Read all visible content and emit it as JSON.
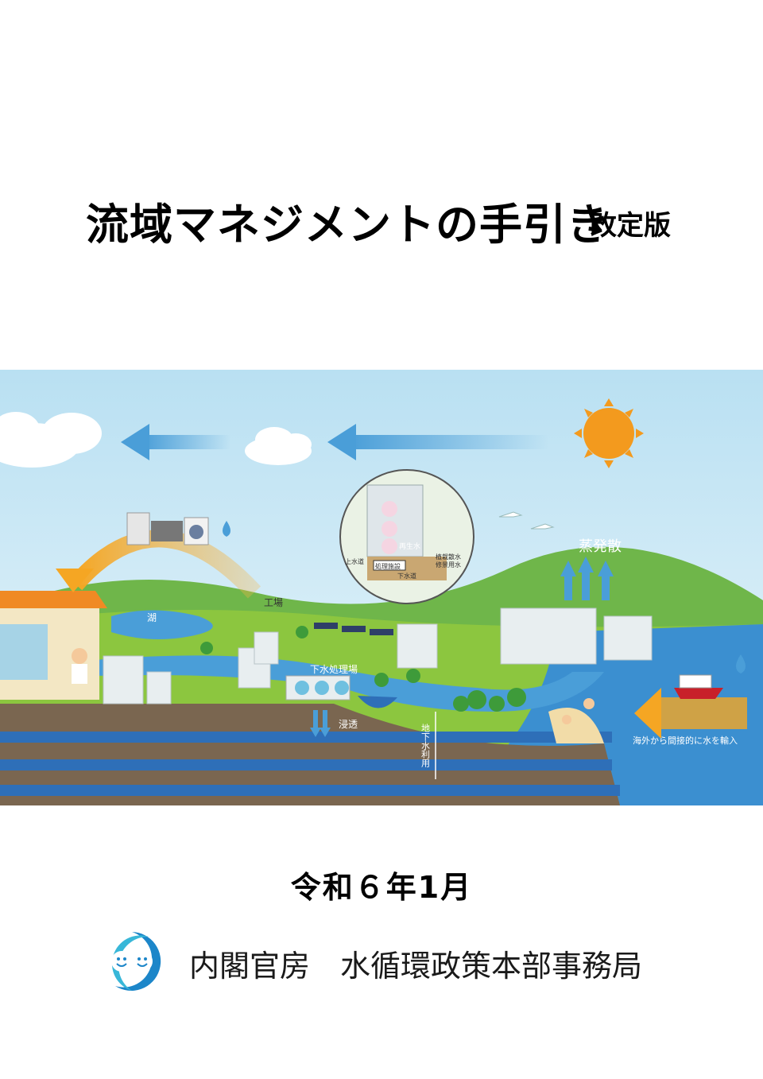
{
  "title": {
    "main": "流域マネジメントの手引き",
    "sub": "改定版"
  },
  "illustration": {
    "labels": {
      "evaporation": "蒸発散",
      "factory": "工場",
      "lake": "湖",
      "sewage_plant": "下水処理場",
      "infiltration": "浸透",
      "groundwater_use": "地下水利用",
      "indirect_import": "海外から間接的に水を輸入",
      "water_supply": "上水道",
      "treatment_facility": "処理施設",
      "sewer": "下水道",
      "reclaimed": "再生水",
      "sprinkling": "植栽散水",
      "cleaning": "修景用水"
    },
    "colors": {
      "sky": "#cfe9f6",
      "sun": "#f39a1e",
      "river": "#3b8fd0",
      "ground": "#7a6650",
      "grass": "#8cc63f",
      "arrow_blue": "#4a9ed8",
      "arrow_orange": "#f5b547"
    }
  },
  "date": "令和６年1月",
  "footer": {
    "organization": "内閣官房　水循環政策本部事務局",
    "logo_icon": "water-cycle-logo"
  }
}
